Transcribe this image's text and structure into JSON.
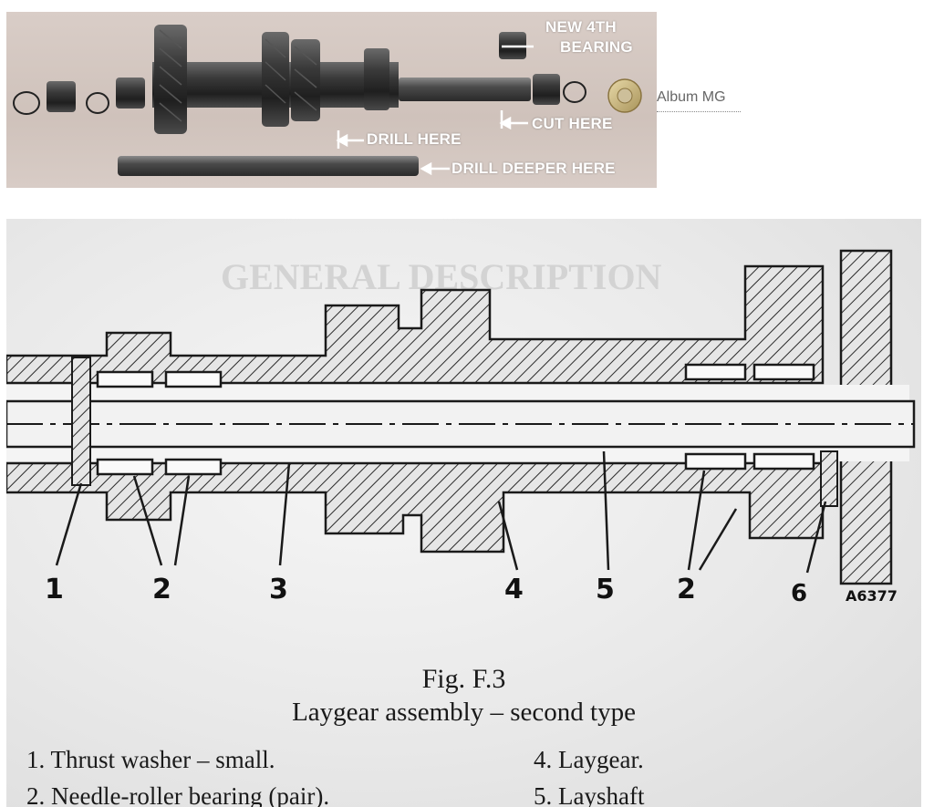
{
  "photo": {
    "labels": {
      "new_bearing_line1": "NEW 4TH",
      "new_bearing_line2": "BEARING",
      "cut_here": "CUT HERE",
      "drill_here": "DRILL HERE",
      "drill_deeper_here": "DRILL DEEPER HERE"
    }
  },
  "album_link": "Album MG",
  "scan": {
    "ghost_heading": "GENERAL DESCRIPTION",
    "callouts": [
      "1",
      "2",
      "3",
      "4",
      "5",
      "2",
      "6"
    ],
    "reference": "A6377",
    "figure_title": "Fig. F.3",
    "figure_subtitle": "Laygear assembly – second type",
    "legend_left": [
      "1.  Thrust washer – small.",
      "2.  Needle-roller bearing (pair)."
    ],
    "legend_right": [
      "4.  Laygear.",
      "5.  Layshaft"
    ]
  },
  "colors": {
    "label_white": "#ffffff",
    "link_gray": "#666666",
    "ink": "#111111"
  }
}
